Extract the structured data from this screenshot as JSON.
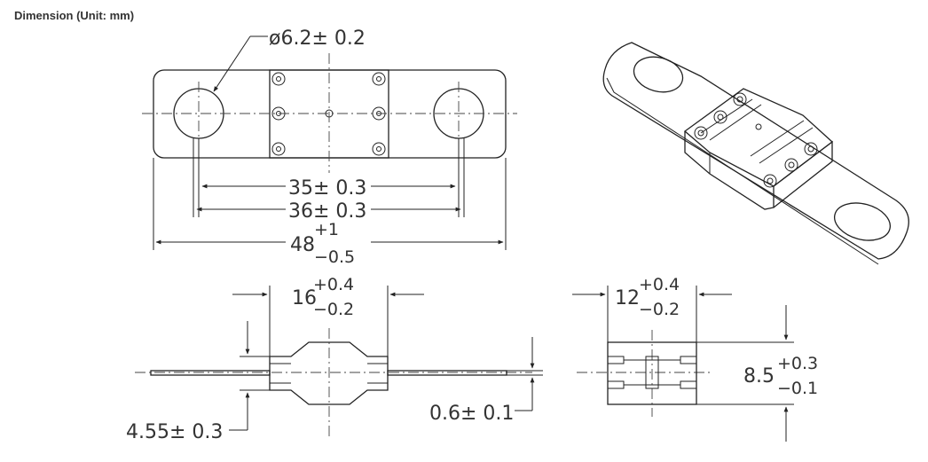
{
  "heading": "Dimension (Unit: mm)",
  "dims": {
    "hole": "ø6.2± 0.2",
    "pitch35": "35± 0.3",
    "pitch36": "36± 0.3",
    "length_nom": "48",
    "length_plus": "+1",
    "length_minus": "−0.5",
    "body_nom": "16",
    "body_plus": "+0.4",
    "body_minus": "−0.2",
    "height_tol": "4.55± 0.3",
    "thick": "0.6± 0.1",
    "side_nom": "12",
    "side_plus": "+0.4",
    "side_minus": "−0.2",
    "side_h_nom": "8.5",
    "side_h_plus": "+0.3",
    "side_h_minus": "−0.1"
  }
}
